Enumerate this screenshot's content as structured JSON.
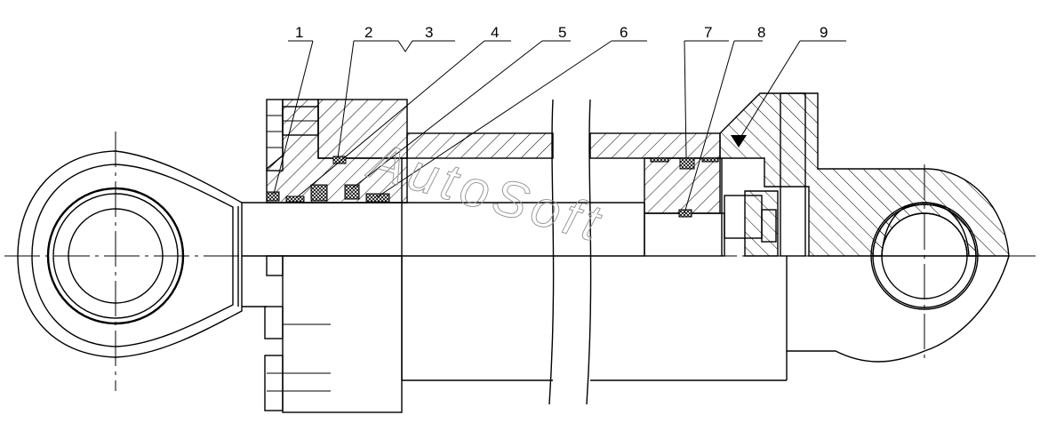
{
  "callouts": [
    {
      "id": "1",
      "label": "1"
    },
    {
      "id": "2",
      "label": "2"
    },
    {
      "id": "3",
      "label": "3"
    },
    {
      "id": "4",
      "label": "4"
    },
    {
      "id": "5",
      "label": "5"
    },
    {
      "id": "6",
      "label": "6"
    },
    {
      "id": "7",
      "label": "7"
    },
    {
      "id": "8",
      "label": "8"
    },
    {
      "id": "9",
      "label": "9"
    }
  ],
  "watermark": "AutoSoft",
  "colors": {
    "ink": "#000000",
    "watermark": "#9a9a9a",
    "background": "#ffffff"
  }
}
